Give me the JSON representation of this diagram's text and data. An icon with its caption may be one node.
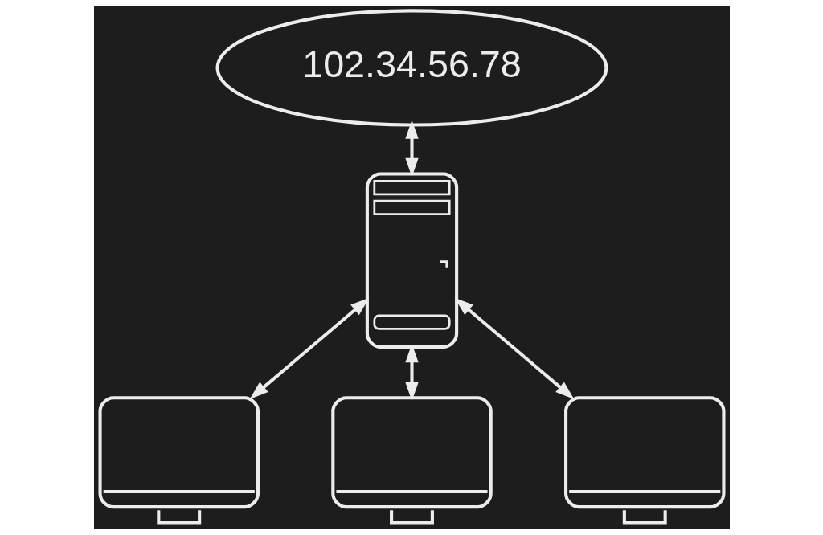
{
  "diagram": {
    "nodes": [
      {
        "text": [
          "102.34.56.78"
        ]
      },
      {
        "text": [],
        "shape": "picture"
      },
      {
        "text": [],
        "shape": "picture"
      },
      {
        "text": [],
        "shape": "picture"
      },
      {
        "text": [],
        "shape": "picture"
      }
    ],
    "edges": [
      {
        "from": 0,
        "to": 1,
        "arrow": "both"
      },
      {
        "from": 1,
        "to": 2,
        "arrow": "both"
      },
      {
        "from": 1,
        "to": 3,
        "arrow": "both"
      },
      {
        "from": 1,
        "to": 4,
        "arrow": "both"
      }
    ]
  }
}
